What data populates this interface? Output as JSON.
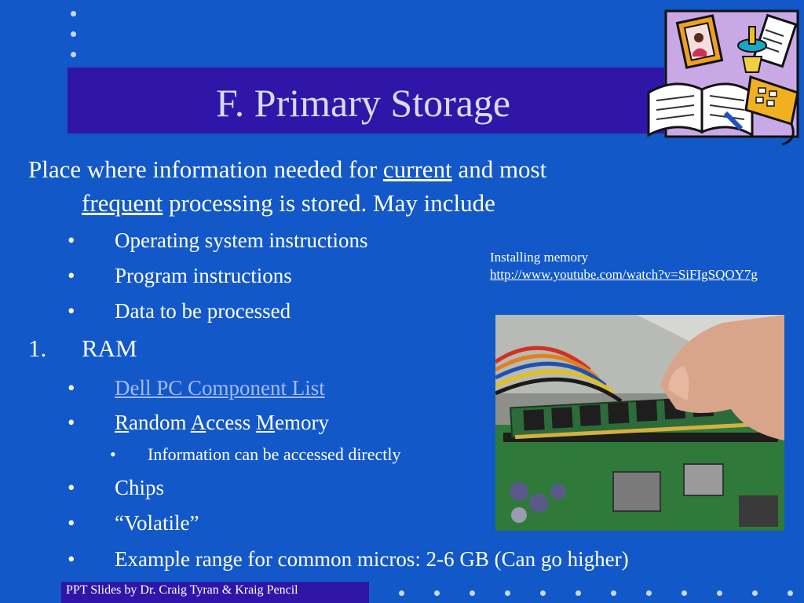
{
  "title": "F. Primary Storage",
  "intro": {
    "part1": "Place where information needed for ",
    "current": "current",
    "part2": " and most",
    "frequent": "frequent",
    "part3": " processing is stored.  May include"
  },
  "bullets_top": [
    "Operating system instructions",
    "Program instructions",
    "Data to be processed"
  ],
  "numbered": {
    "number": "1.",
    "label": "RAM"
  },
  "ram": {
    "link": "Dell PC Component List",
    "acronym": {
      "r": "R",
      "r_rest": "andom ",
      "a": "A",
      "a_rest": "ccess ",
      "m": "M",
      "m_rest": "emory"
    },
    "sub_bullet": "Information can be accessed directly",
    "chips": "Chips",
    "volatile": "“Volatile”",
    "example": "Example range for common micros: 2-6 GB (Can go higher)"
  },
  "bullet_marker": "•",
  "caption": {
    "label": "Installing memory",
    "url": "http://www.youtube.com/watch?v=SiFIgSQOY7g"
  },
  "footer": "PPT Slides by Dr. Craig Tyran & Kraig Pencil",
  "colors": {
    "background": "#1258c8",
    "title_bar": "#3016a8",
    "title_text": "#d9dbf3",
    "link": "#a8b9ff"
  }
}
